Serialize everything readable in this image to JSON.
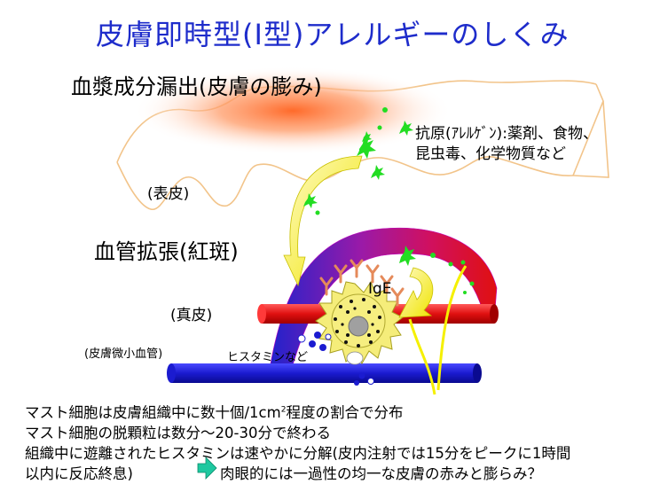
{
  "title": "皮膚即時型(Ⅰ型)アレルギーのしくみ",
  "labels": {
    "plasma": "血漿成分漏出(皮膚の膨み)",
    "antigen_line1": "抗原(ｱﾚﾙｹﾞﾝ):薬剤、食物、",
    "antigen_line2": "昆虫毒、化学物質など",
    "epidermis": "(表皮)",
    "vasodilation": "血管拡張(紅斑)",
    "ige": "IgE",
    "dermis": "(真皮)",
    "capillary": "(皮膚微小血管)",
    "histamine": "ヒスタミンなど"
  },
  "notes": {
    "line1_pre": "マスト細胞は皮膚組織中に数十個/1cm",
    "line1_sup": "2",
    "line1_post": "程度の割合で分布",
    "line2": "マスト細胞の脱顆粒は数分〜20-30分で終わる",
    "line3": "組織中に遊離されたヒスタミンは速やかに分解(皮内注射では15分をピークに1時間",
    "line4": "以内に反応終息)",
    "line5": "肉眼的には一過性の均一な皮膚の赤みと膨らみ？"
  },
  "colors": {
    "title": "#1e2ccb",
    "skin_outline": "#f2c48a",
    "swelling": "#ff7a3c",
    "antigen": "#22dd22",
    "arrow_yellow": "#f5f000",
    "artery": "#e01010",
    "vein": "#1b1bd0",
    "mast_cell": "#f5ed7a",
    "ige": "#e58a5a",
    "teal_arrow": "#1ec8a0"
  }
}
